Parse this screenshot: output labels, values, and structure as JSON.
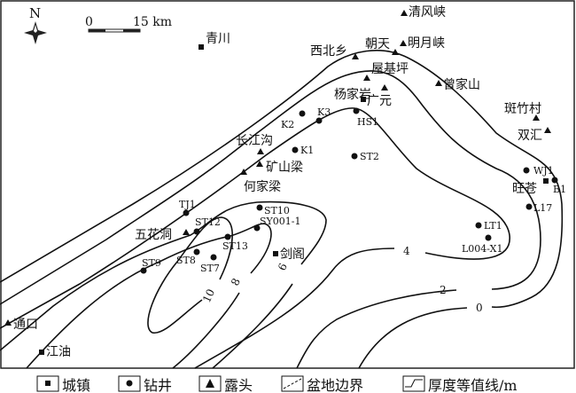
{
  "north_label": "N",
  "scale": {
    "zero": "0",
    "end": "15 km"
  },
  "towns": [
    "青川",
    "广元",
    "剑阁",
    "旺苍",
    "江油"
  ],
  "wells": [
    "K2",
    "K3",
    "HS1",
    "K1",
    "ST2",
    "WJ1",
    "B1",
    "L17",
    "LT1",
    "L004-X1",
    "TJ1",
    "ST12",
    "ST13",
    "ST10",
    "SY001-1",
    "ST8",
    "ST7",
    "ST9"
  ],
  "outcrops": [
    "清风峡",
    "明月峡",
    "朝天",
    "西北乡",
    "屋基坪",
    "杨家岩",
    "曾家山",
    "斑竹村",
    "双汇",
    "长江沟",
    "矿山梁",
    "何家梁",
    "五花洞",
    "通口"
  ],
  "contour_labels": [
    "0",
    "2",
    "4",
    "6",
    "8",
    "10"
  ],
  "legend": [
    "城镇",
    "钻井",
    "露头",
    "盆地边界",
    "厚度等值线/m"
  ]
}
